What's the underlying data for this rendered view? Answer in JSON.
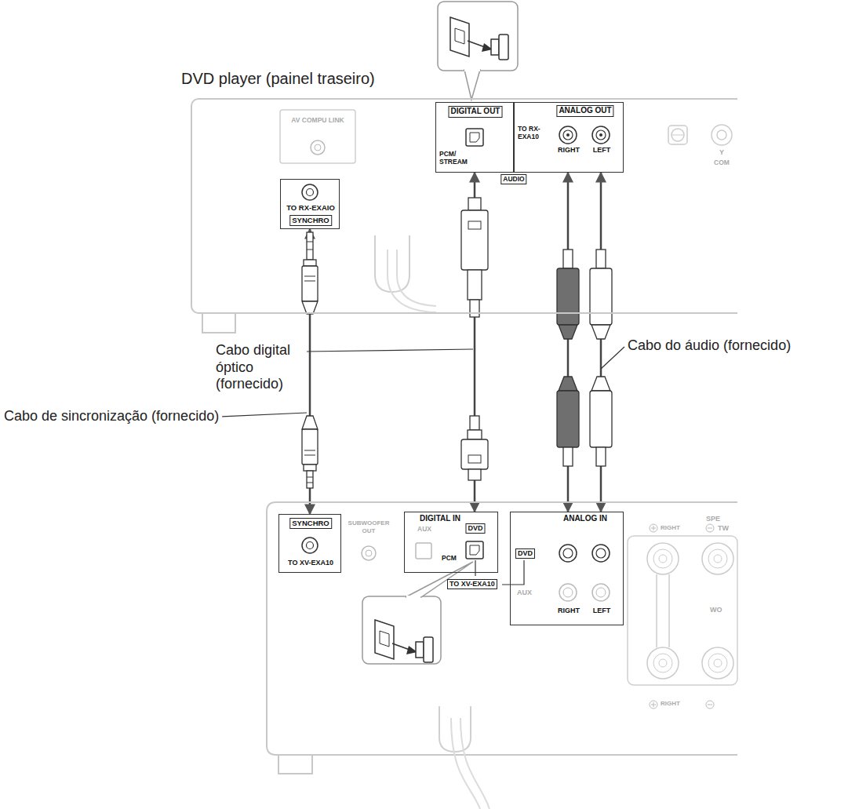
{
  "diagram": {
    "nodes": [
      {
        "text": [
          "DVD player (painel traseiro)"
        ]
      },
      {
        "text": [
          "TO RX-EXAIO",
          "SYNCHRO"
        ],
        "in": 0
      },
      {
        "text": [
          "DIGITAL OUT",
          "PCM/ STREAM"
        ],
        "in": 0
      },
      {
        "text": [
          "ANALOG OUT",
          "TO RX-EXA10",
          "RIGHT",
          "LEFT"
        ],
        "in": 0
      },
      {
        "text": [
          "SYNCHRO",
          "TO XV-EXA10"
        ]
      },
      {
        "text": [
          "DIGITAL IN",
          "AUX",
          "DVD",
          "PCM"
        ]
      },
      {
        "text": [
          "ANALOG IN",
          "DVD",
          "AUX",
          "RIGHT",
          "LEFT"
        ]
      }
    ],
    "edges": [
      {
        "from": 1,
        "to": 4,
        "arrow": "both"
      },
      {
        "from": 2,
        "to": 5,
        "arrow": "both"
      },
      {
        "from": 3,
        "to": 6,
        "arrow": "both"
      }
    ],
    "labels": [
      "AV COMPU LINK",
      "AUDIO",
      "Y",
      "COM",
      "Cabo de sincronização (fornecido)",
      "Cabo digital óptico (fornecido)",
      "Cabo do áudio (fornecido)",
      "SUBWOOFER OUT",
      "TO XV-EXA10",
      "SPE",
      "RIGHT",
      "TW",
      "WO",
      "RIGHT"
    ]
  }
}
